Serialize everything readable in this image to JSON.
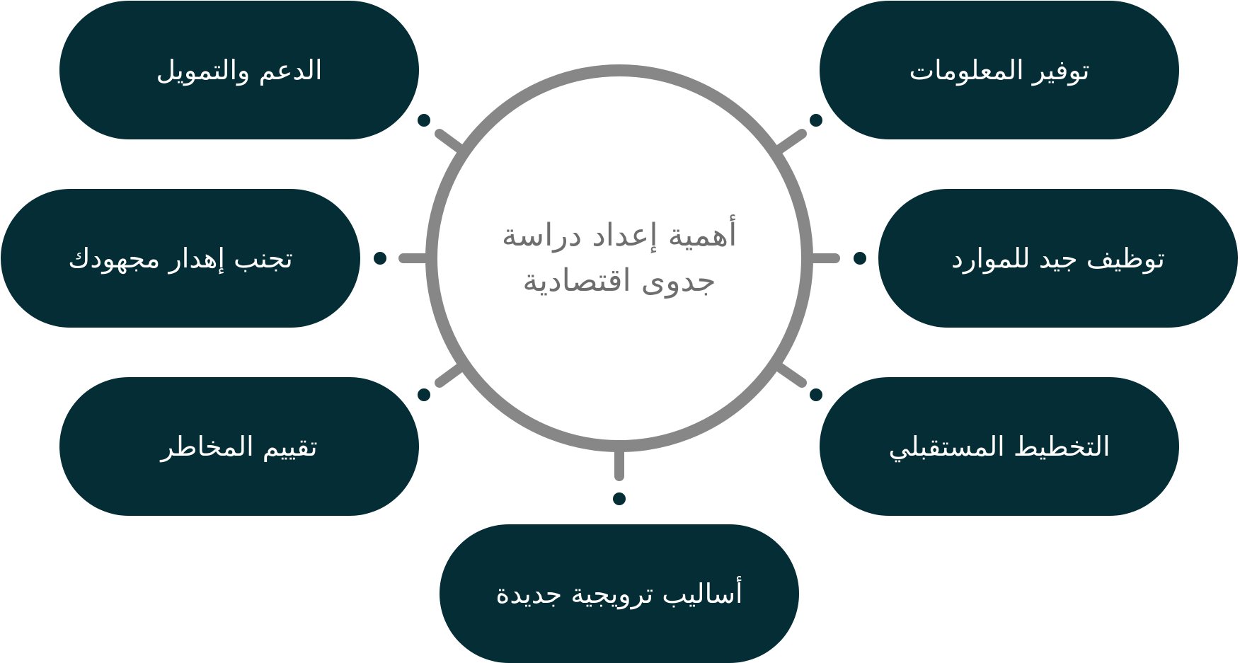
{
  "colors": {
    "pill": "#042d35",
    "ring": "#878787",
    "center_text": "#6e6e6e",
    "pill_text": "#ffffff"
  },
  "center": {
    "line1": "أهمية إعداد دراسة",
    "line2": "جدوى اقتصادية"
  },
  "items": [
    {
      "id": "info",
      "label": "توفير المعلومات"
    },
    {
      "id": "support",
      "label": "الدعم والتمويل"
    },
    {
      "id": "resources",
      "label": "توظيف جيد للموارد"
    },
    {
      "id": "effort",
      "label": "تجنب إهدار مجهودك"
    },
    {
      "id": "planning",
      "label": "التخطيط المستقبلي"
    },
    {
      "id": "risk",
      "label": "تقييم المخاطر"
    },
    {
      "id": "promo",
      "label": "أساليب ترويجية جديدة"
    }
  ]
}
